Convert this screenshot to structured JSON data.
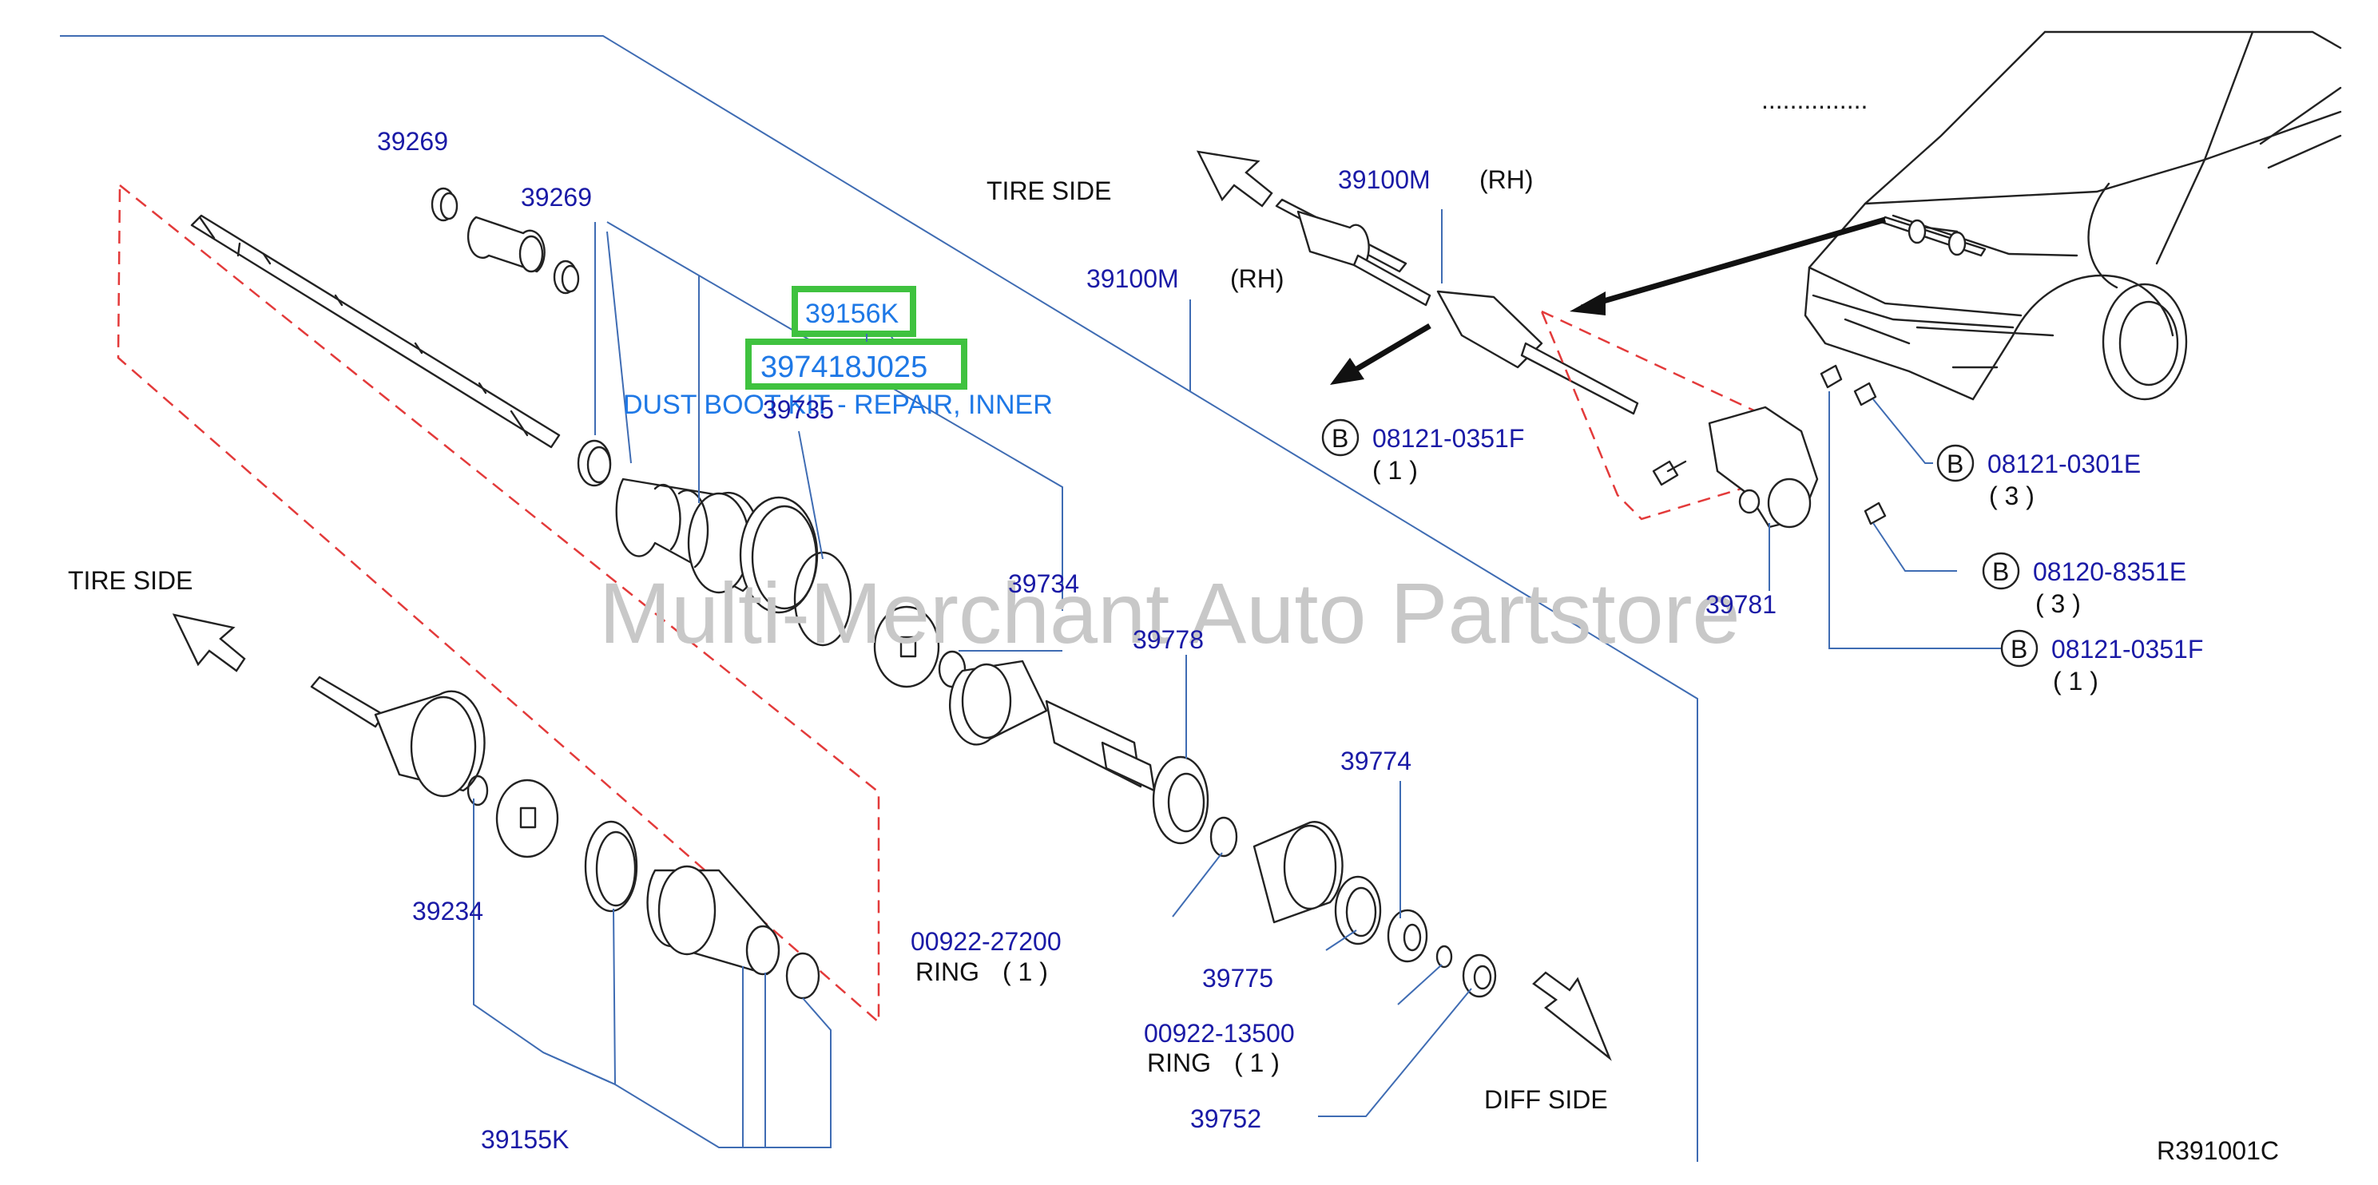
{
  "colors": {
    "part_label": "#1a1aa6",
    "leader_line": "#3f6cb3",
    "highlight_box": "#3fc23f",
    "highlight_text": "#1e78e6",
    "phantom_line": "#e33a3a",
    "watermark": "#c8c8c8"
  },
  "labels": {
    "p39269a": "39269",
    "p39269b": "39269",
    "p39156k": "39156K",
    "p397418": "397418J025",
    "desc": "DUST BOOT KIT - REPAIR, INNER",
    "p39735": "39735",
    "p39734": "39734",
    "p39778": "39778",
    "p39774": "39774",
    "p39234": "39234",
    "p39155k": "39155K",
    "p0092227200": "00922-27200",
    "ring1": "RING",
    "ring1_qty": "( 1 )",
    "p39775": "39775",
    "p0092213500": "00922-13500",
    "ring2": "RING",
    "ring2_qty": "( 1 )",
    "p39752": "39752",
    "diff_side": "DIFF  SIDE",
    "tire_side_left": "TIRE  SIDE",
    "tire_side_top": "TIRE  SIDE",
    "p39100m_a": "39100M",
    "rh_a": "(RH)",
    "p39100m_b": "39100M",
    "rh_b": "(RH)",
    "b1": "B",
    "p081210351f_a": "08121-0351F",
    "qty_a": "( 1 )",
    "b2": "B",
    "p081210301e": "08121-0301E",
    "qty_b": "( 3 )",
    "b3": "B",
    "p081208351e": "08120-8351E",
    "qty_c": "( 3 )",
    "b4": "B",
    "p081210351f_b": "08121-0351F",
    "qty_d": "( 1 )",
    "p39781": "39781",
    "dots": "...............",
    "ref_code": "R391001C"
  },
  "watermark": "Multi-Merchant Auto Partstore"
}
